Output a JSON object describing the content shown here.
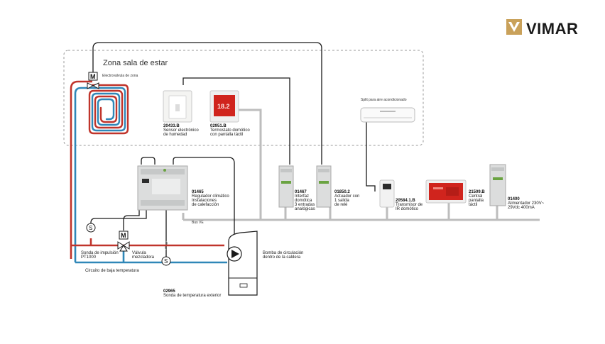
{
  "brand": {
    "name": "VIMAR"
  },
  "zone": {
    "title": "Zona sala de estar"
  },
  "bus": {
    "label": "Bus VE"
  },
  "labels": {
    "valve_zone": "Electroválvula de zona",
    "split": "Split para aire acondicionado",
    "pump": [
      "Bomba de circulación",
      "dentro de la caldera"
    ],
    "low_temp": "Circuito de baja temperatura",
    "valve_mix": [
      "Válvula",
      "mezcladora"
    ],
    "probe_pt": [
      "Sonda de impulsión",
      "PT1000"
    ]
  },
  "devices": [
    {
      "code": "20433.B",
      "lines": [
        "Sensor electrónico",
        "de humedad"
      ]
    },
    {
      "code": "02951.B",
      "lines": [
        "Termostato domótico",
        "con pantalla táctil"
      ]
    },
    {
      "code": "01465",
      "lines": [
        "Regulador climático",
        "Instalaciones",
        "de calefacción"
      ]
    },
    {
      "code": "01467",
      "lines": [
        "Interfaz",
        "domótica",
        "3 entradas",
        "analógicas"
      ]
    },
    {
      "code": "01850.2",
      "lines": [
        "Actuador con",
        "1 salida",
        "de relé"
      ]
    },
    {
      "code": "20584.1.B",
      "lines": [
        "Transmisor de",
        "IR domótico"
      ]
    },
    {
      "code": "21509.B",
      "lines": [
        "Central",
        "pantalla",
        "táctil"
      ]
    },
    {
      "code": "01400",
      "lines": [
        "Alimentador 230V~",
        "29Vdc 400mA"
      ]
    },
    {
      "code": "02965",
      "lines": [
        "Sonda de temperatura exterior"
      ]
    }
  ],
  "symbols": {
    "motor": "M",
    "sensor": "S"
  },
  "display": {
    "thermostat": "18.2"
  },
  "colors": {
    "hot": "#c0342b",
    "cold": "#2f87b8",
    "bus": "#bdbdbd",
    "wire": "#1a1a1a",
    "screen": "#d0241d"
  }
}
